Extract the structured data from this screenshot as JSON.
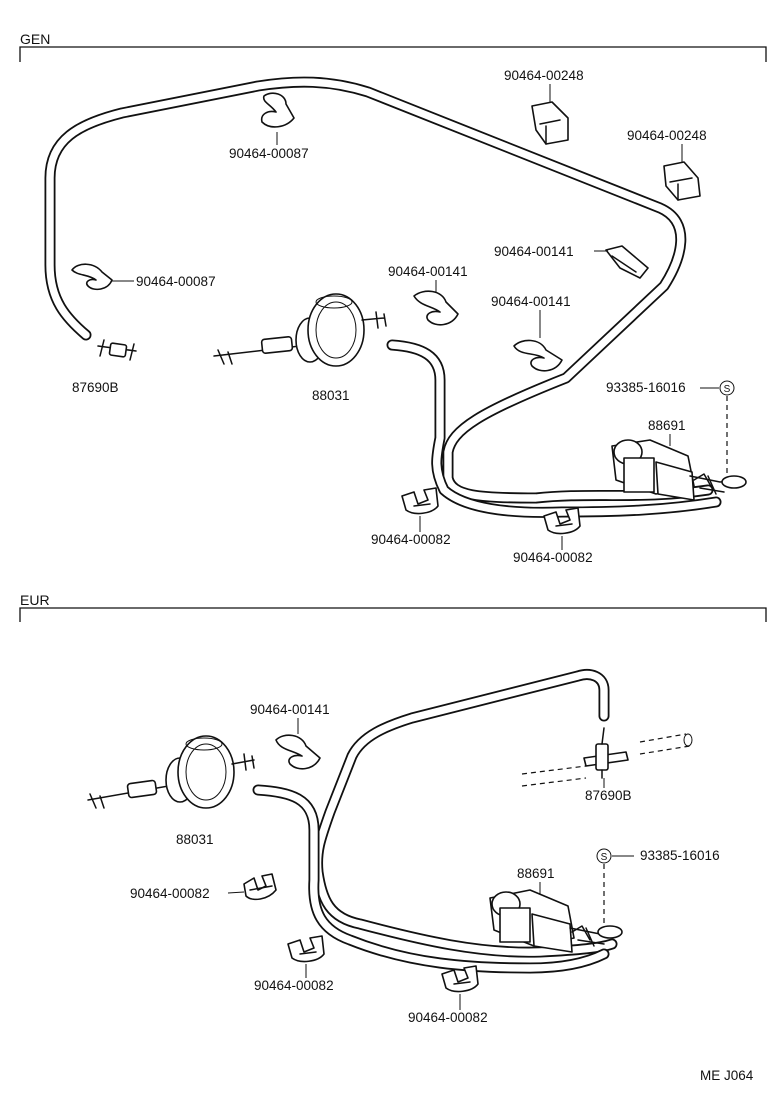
{
  "sections": {
    "gen": "GEN",
    "eur": "EUR"
  },
  "gen": {
    "clip_248_a": "90464-00248",
    "clip_248_b": "90464-00248",
    "clip_087_a": "90464-00087",
    "clip_087_b": "90464-00087",
    "clip_141_a": "90464-00141",
    "clip_141_b": "90464-00141",
    "clip_141_c": "90464-00141",
    "connector": "87690B",
    "actuator": "88031",
    "screw": "93385-16016",
    "valve": "88691",
    "clip_082_a": "90464-00082",
    "clip_082_b": "90464-00082"
  },
  "eur": {
    "clip_141": "90464-00141",
    "actuator": "88031",
    "connector": "87690B",
    "screw": "93385-16016",
    "valve": "88691",
    "clip_082_a": "90464-00082",
    "clip_082_b": "90464-00082",
    "clip_082_c": "90464-00082"
  },
  "footer": {
    "code": "ME J064"
  },
  "symbols": {
    "screw_marker": "S"
  }
}
